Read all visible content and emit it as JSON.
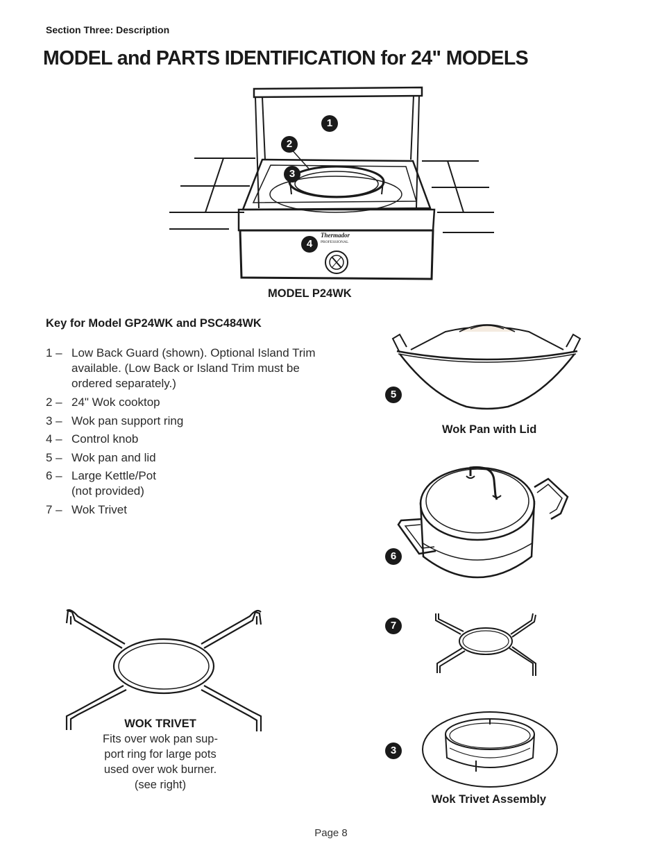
{
  "header": {
    "section": "Section Three: Description",
    "title": "MODEL and PARTS IDENTIFICATION for 24\" MODELS"
  },
  "main_figure": {
    "caption": "MODEL P24WK",
    "brand": "Thermador",
    "brand_sub": "PROFESSIONAL"
  },
  "key": {
    "title": "Key for Model GP24WK and PSC484WK",
    "items": [
      {
        "num": "1 –",
        "text": "Low Back Guard (shown). Optional Island Trim available. (Low Back or Island Trim must be ordered separately.)"
      },
      {
        "num": "2 –",
        "text": "24\" Wok cooktop"
      },
      {
        "num": "3 –",
        "text": "Wok pan support ring"
      },
      {
        "num": "4 –",
        "text": "Control knob"
      },
      {
        "num": "5 –",
        "text": "Wok pan and lid"
      },
      {
        "num": "6 –",
        "text": "Large Kettle/Pot (not provided)"
      },
      {
        "num": "7 –",
        "text": "Wok Trivet"
      }
    ]
  },
  "callouts": {
    "c1": "1",
    "c2": "2",
    "c3": "3",
    "c4": "4",
    "c5": "5",
    "c6": "6",
    "c7": "7",
    "c3b": "3"
  },
  "figures": {
    "wok_caption": "Wok Pan with Lid",
    "assembly_caption": "Wok Trivet Assembly",
    "trivet_title": "WOK TRIVET",
    "trivet_l1": "Fits over wok pan sup-",
    "trivet_l2": "port ring for large pots",
    "trivet_l3": "used over wok burner.",
    "trivet_l4": "(see right)"
  },
  "footer": {
    "page": "Page 8"
  }
}
